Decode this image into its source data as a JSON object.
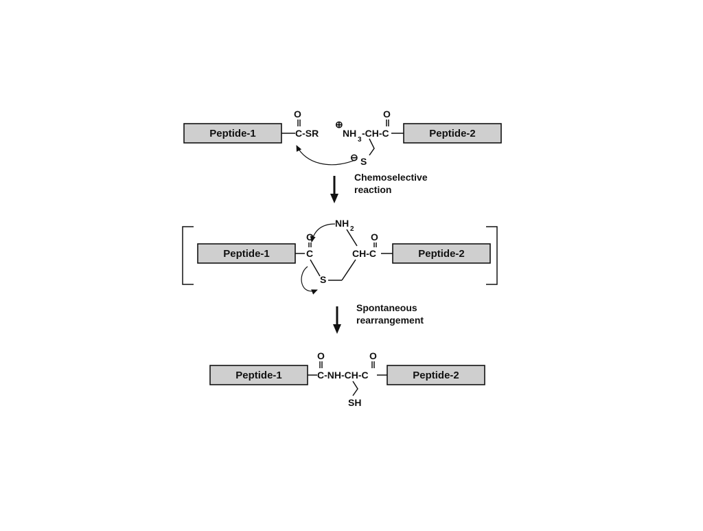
{
  "peptide_1": "Peptide-1",
  "peptide_2": "Peptide-2",
  "step1": {
    "line1": "Chemoselective",
    "line2": "reaction"
  },
  "step2": {
    "line1": "Spontaneous",
    "line2": "rearrangement"
  },
  "chem": {
    "oxygen": "O",
    "thioester": "C-SR",
    "plus": "⊕",
    "minus": "⊖",
    "nh": "NH",
    "sub3": "3",
    "sub2": "2",
    "chc": "-CH-C",
    "sulfur": "S",
    "nh2": "NH",
    "carbon": "C",
    "chc2": "CH-C",
    "amide": "C-NH-CH-C",
    "sh": "SH"
  }
}
